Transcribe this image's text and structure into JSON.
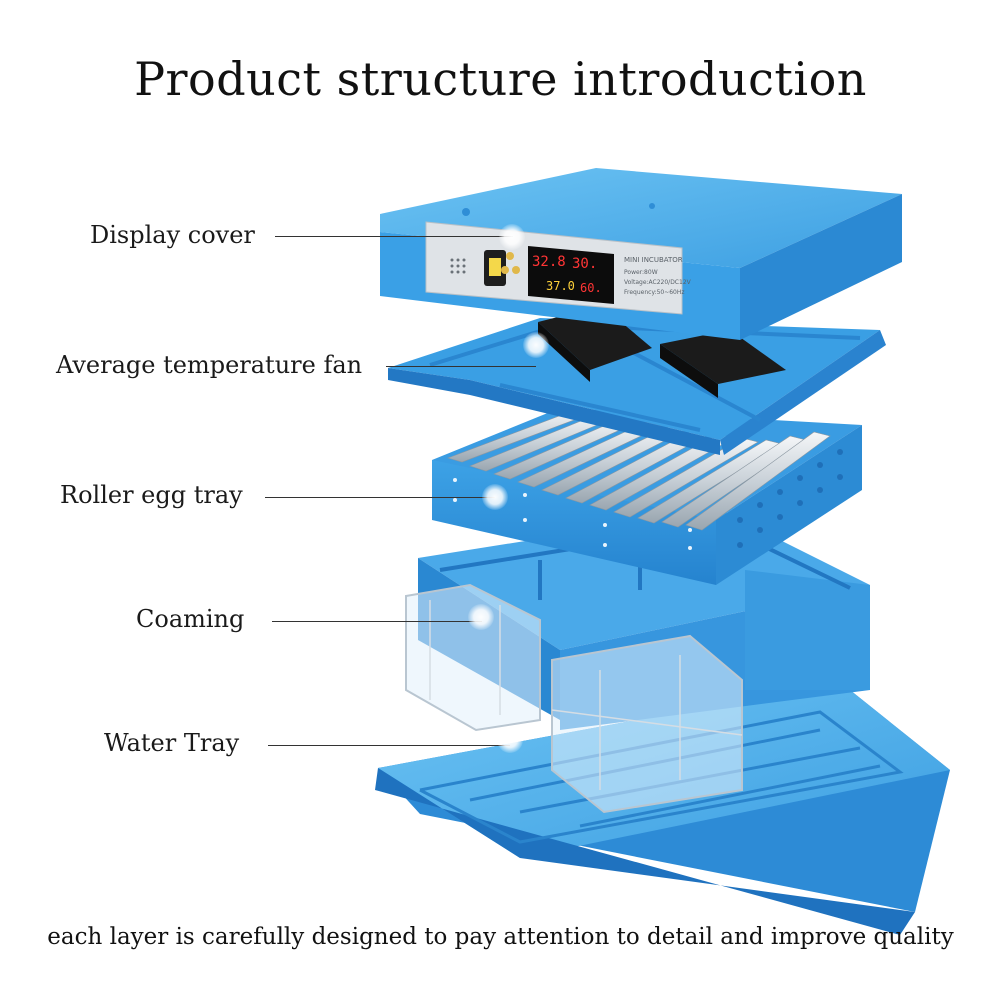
{
  "title": "Product structure introduction",
  "components": [
    {
      "label": "Display cover"
    },
    {
      "label": "Average temperature fan"
    },
    {
      "label": "Roller egg tray"
    },
    {
      "label": "Coaming"
    },
    {
      "label": "Water Tray"
    }
  ],
  "display": {
    "title": "MINI INCUBATOR",
    "spec1": "Power:80W",
    "spec2": "Voltage:AC220/DC12V",
    "spec3": "Frequency:50~60Hz",
    "readout_top": "32.8",
    "readout_top2": "30.",
    "readout_bottom": "37.0",
    "readout_bottom2": "60."
  },
  "footer": "each layer is carefully designed to pay attention to detail and improve quality",
  "colors": {
    "body_blue": "#3a9fe3",
    "body_blue_dark": "#1d78c6",
    "body_blue_light": "#69bff2",
    "panel_gray": "#dfe3e7",
    "roller": "#cfd6dc",
    "fan": "#1b1b1b"
  }
}
